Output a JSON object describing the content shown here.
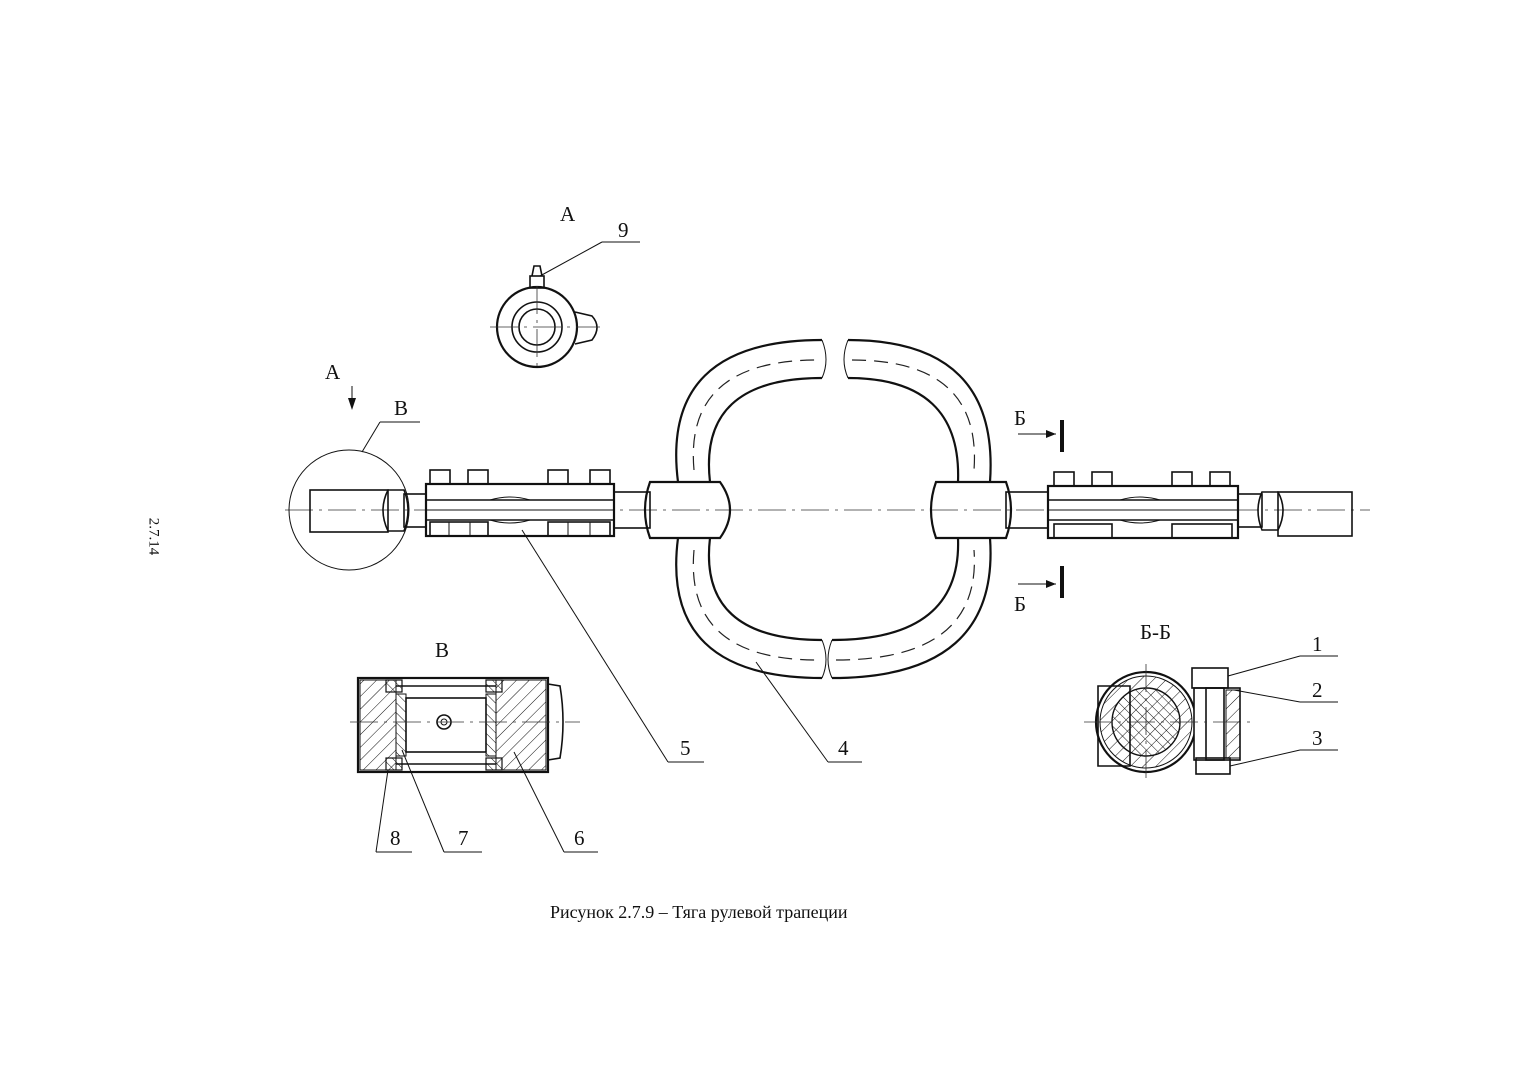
{
  "side_code": "2.7.14",
  "caption": "Рисунок 2.7.9 – Тяга рулевой трапеции",
  "views": {
    "view_a": "А",
    "view_a_arrow": "А",
    "view_v_callout": "В",
    "view_v_title": "В",
    "section_b_top": "Б",
    "section_b_bottom": "Б",
    "section_bb_title": "Б-Б"
  },
  "callouts": {
    "c1": "1",
    "c2": "2",
    "c3": "3",
    "c4": "4",
    "c5": "5",
    "c6": "6",
    "c7": "7",
    "c8": "8",
    "c9": "9"
  }
}
